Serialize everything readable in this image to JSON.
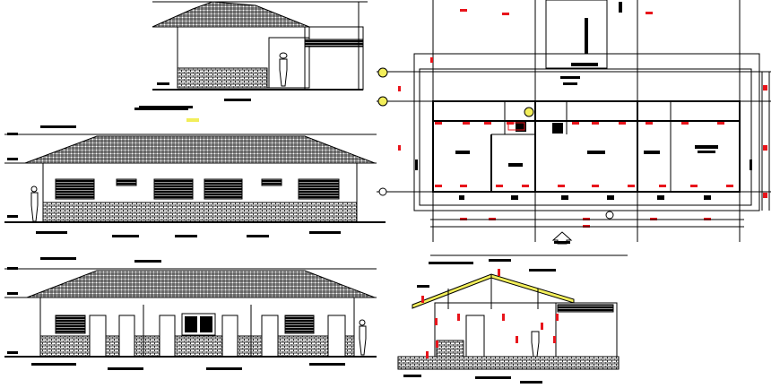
{
  "drawing": {
    "colors": {
      "lines": "#000000",
      "dimension_markers": "#e8141b",
      "grid_bubbles": "#f2ee5a",
      "roof_section": "#f2ee5a"
    },
    "views": [
      "front-elevation-small",
      "side-elevation",
      "rear-elevation",
      "floor-plan",
      "cross-section"
    ]
  }
}
